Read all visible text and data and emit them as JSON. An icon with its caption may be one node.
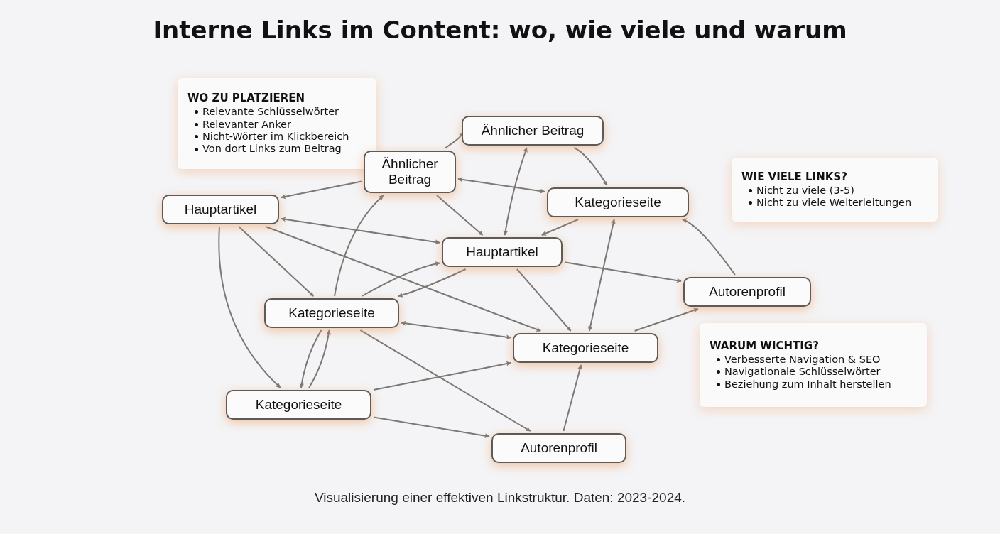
{
  "diagram": {
    "title": "Interne Links im Content: wo, wie viele und warum",
    "caption": "Visualisierung einer effektiven Linkstruktur. Daten: 2023-2024.",
    "nodes": [
      {
        "text": [
          "WO ZU PLATZIEREN",
          "Relevante Schlüsselwörter",
          "Relevanter Anker",
          "Nicht-Wörter im Klickbereich",
          "Von dort Links zum Beitrag"
        ]
      },
      {
        "text": [
          "Ähnlicher Beitrag"
        ]
      },
      {
        "text": [
          "Ähnlicher Beitrag"
        ]
      },
      {
        "text": [
          "WIE VIELE LINKS?",
          "Nicht zu viele (3-5)",
          "Nicht zu viele Weiterleitungen"
        ]
      },
      {
        "text": [
          "Hauptartikel"
        ]
      },
      {
        "text": [
          "Kategorieseite"
        ]
      },
      {
        "text": [
          "Hauptartikel"
        ]
      },
      {
        "text": [
          "Autorenprofil"
        ]
      },
      {
        "text": [
          "Kategorieseite"
        ]
      },
      {
        "text": [
          "WARUM WICHTIG?",
          "Verbesserte Navigation & SEO",
          "Navigationale Schlüsselwörter",
          "Beziehung zum Inhalt herstellen"
        ]
      },
      {
        "text": [
          "Kategorieseite"
        ]
      },
      {
        "text": [
          "Kategorieseite"
        ]
      },
      {
        "text": [
          "Autorenprofil"
        ]
      }
    ],
    "edges": [
      {
        "from": 2,
        "to": 1,
        "arrow": "to"
      },
      {
        "from": 1,
        "to": 6,
        "arrow": "both"
      },
      {
        "from": 1,
        "to": 5,
        "arrow": "to"
      },
      {
        "from": 2,
        "to": 5,
        "arrow": "both"
      },
      {
        "from": 2,
        "to": 4,
        "arrow": "to"
      },
      {
        "from": 2,
        "to": 6,
        "arrow": "to"
      },
      {
        "from": 5,
        "to": 6,
        "arrow": "to"
      },
      {
        "from": 4,
        "to": 6,
        "arrow": "both"
      },
      {
        "from": 4,
        "to": 8,
        "arrow": "to"
      },
      {
        "from": 4,
        "to": 11,
        "arrow": "to"
      },
      {
        "from": 4,
        "to": 10,
        "arrow": "to"
      },
      {
        "from": 8,
        "to": 2,
        "arrow": "to"
      },
      {
        "from": 8,
        "to": 6,
        "arrow": "to"
      },
      {
        "from": 6,
        "to": 8,
        "arrow": "to"
      },
      {
        "from": 6,
        "to": 7,
        "arrow": "to"
      },
      {
        "from": 6,
        "to": 10,
        "arrow": "to"
      },
      {
        "from": 5,
        "to": 10,
        "arrow": "both"
      },
      {
        "from": 7,
        "to": 5,
        "arrow": "to"
      },
      {
        "from": 10,
        "to": 7,
        "arrow": "to"
      },
      {
        "from": 8,
        "to": 10,
        "arrow": "both"
      },
      {
        "from": 8,
        "to": 12,
        "arrow": "to"
      },
      {
        "from": 11,
        "to": 8,
        "arrow": "to"
      },
      {
        "from": 8,
        "to": 11,
        "arrow": "to"
      },
      {
        "from": 11,
        "to": 10,
        "arrow": "to"
      },
      {
        "from": 11,
        "to": 12,
        "arrow": "to"
      },
      {
        "from": 12,
        "to": 10,
        "arrow": "to"
      }
    ]
  }
}
